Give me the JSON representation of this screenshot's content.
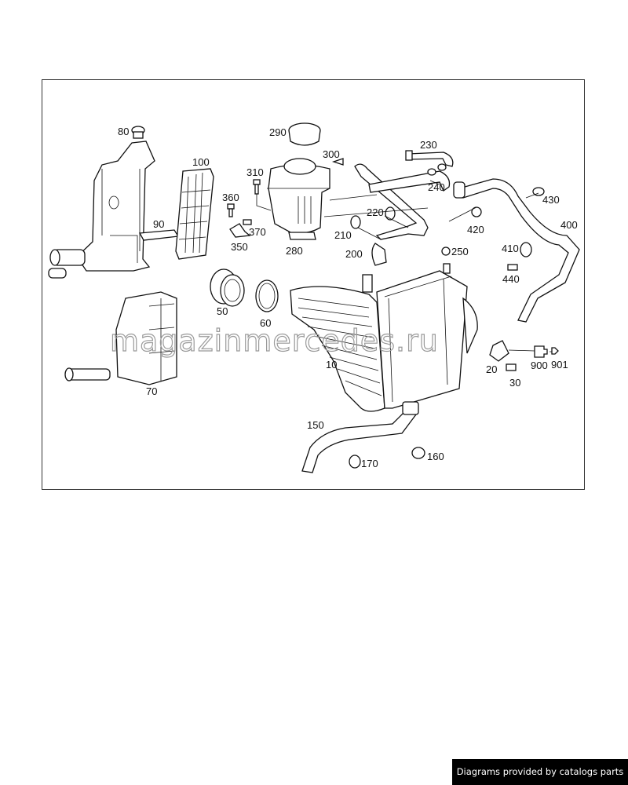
{
  "diagram": {
    "part_labels": [
      {
        "id": "p80",
        "text": "80"
      },
      {
        "id": "p290",
        "text": "290"
      },
      {
        "id": "p230",
        "text": "230"
      },
      {
        "id": "p300",
        "text": "300"
      },
      {
        "id": "p100",
        "text": "100"
      },
      {
        "id": "p310",
        "text": "310"
      },
      {
        "id": "p240",
        "text": "240"
      },
      {
        "id": "p360",
        "text": "360"
      },
      {
        "id": "p430",
        "text": "430"
      },
      {
        "id": "p90",
        "text": "90"
      },
      {
        "id": "p220",
        "text": "220"
      },
      {
        "id": "p370",
        "text": "370"
      },
      {
        "id": "p400",
        "text": "400"
      },
      {
        "id": "p420",
        "text": "420"
      },
      {
        "id": "p210",
        "text": "210"
      },
      {
        "id": "p350",
        "text": "350"
      },
      {
        "id": "p280",
        "text": "280"
      },
      {
        "id": "p250",
        "text": "250"
      },
      {
        "id": "p410",
        "text": "410"
      },
      {
        "id": "p200",
        "text": "200"
      },
      {
        "id": "p440",
        "text": "440"
      },
      {
        "id": "p50",
        "text": "50"
      },
      {
        "id": "p60",
        "text": "60"
      },
      {
        "id": "p10",
        "text": "10"
      },
      {
        "id": "p20",
        "text": "20"
      },
      {
        "id": "p900",
        "text": "900"
      },
      {
        "id": "p901",
        "text": "901"
      },
      {
        "id": "p30",
        "text": "30"
      },
      {
        "id": "p70",
        "text": "70"
      },
      {
        "id": "p150",
        "text": "150"
      },
      {
        "id": "p170",
        "text": "170"
      },
      {
        "id": "p160",
        "text": "160"
      }
    ],
    "watermark": "magazinmercedes.ru"
  },
  "footer": {
    "credit": "Diagrams provided by catalogs parts"
  }
}
